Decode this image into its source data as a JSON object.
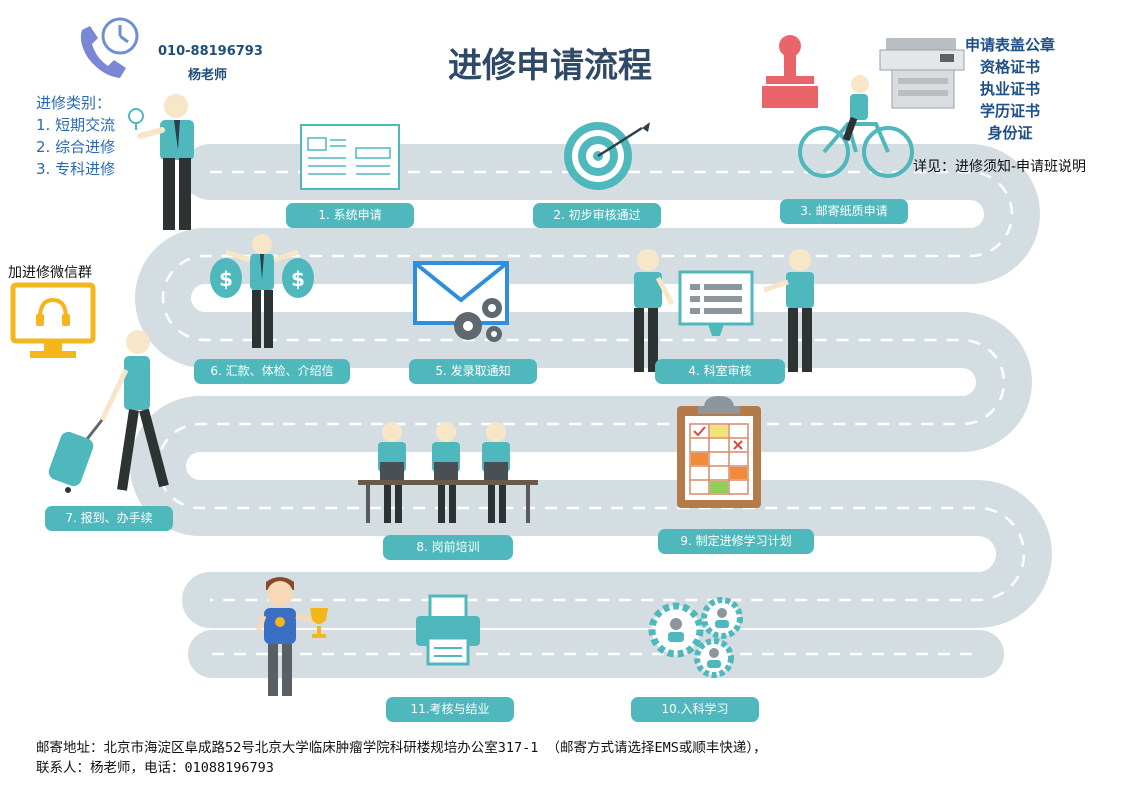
{
  "title": "进修申请流程",
  "contact": {
    "phone": "010-88196793",
    "teacher": "杨老师"
  },
  "categories": {
    "heading": "进修类别：",
    "items": [
      "1. 短期交流",
      "2. 综合进修",
      "3. 专科进修"
    ]
  },
  "documents": [
    "申请表盖公章",
    "资格证书",
    "执业证书",
    "学历证书",
    "身份证"
  ],
  "detail_note": "详见：进修须知-申请班说明",
  "wechat_label": "加进修微信群",
  "steps": [
    "1. 系统申请",
    "2. 初步审核通过",
    "3. 邮寄纸质申请",
    "4. 科室审核",
    "5. 发录取通知",
    "6. 汇款、体检、介绍信",
    "7. 报到、办手续",
    "8. 岗前培训",
    "9. 制定进修学习计划",
    "10.入科学习",
    "11.考核与结业"
  ],
  "address_line1": "邮寄地址：北京市海淀区阜成路52号北京大学临床肿瘤学院科研楼规培办公室317-1 （邮寄方式请选择EMS或顺丰快递），",
  "address_line2": "联系人：杨老师，电话：01088196793",
  "colors": {
    "teal": "#4fb8bd",
    "road": "#d4dde2",
    "title": "#2f4a66",
    "blue_text": "#2b69b4"
  }
}
